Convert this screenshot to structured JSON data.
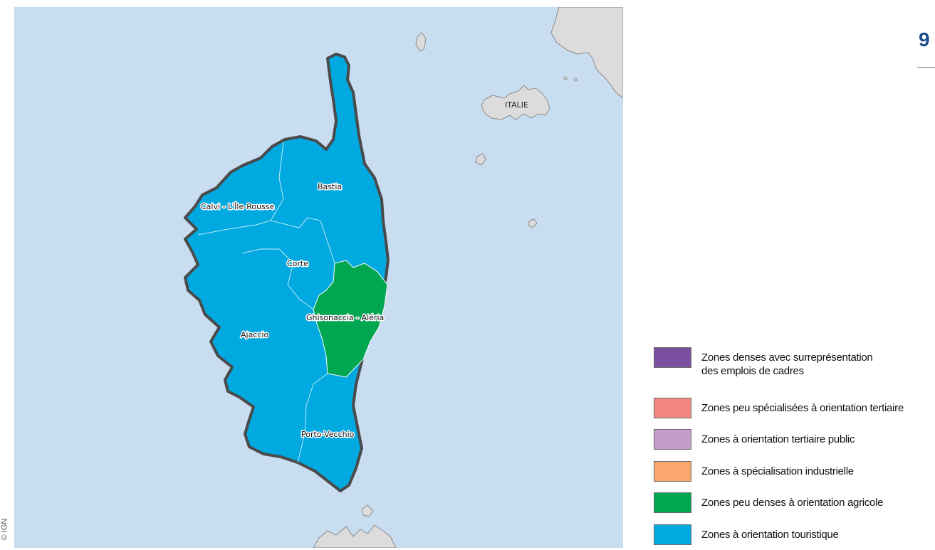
{
  "page": {
    "number": "9",
    "credit": "© IGN"
  },
  "map": {
    "country_label": "ITALIE",
    "colors": {
      "sea": "#c9ddf0",
      "foreign_land": "#dcdcdc",
      "coast": "#4a4a4a",
      "touristique": "#00a9e0",
      "agricole": "#00a650"
    },
    "zones": [
      {
        "name": "Bastia",
        "category": "touristique"
      },
      {
        "name": "Calvi - L'Île-Rousse",
        "category": "touristique"
      },
      {
        "name": "Corte",
        "category": "touristique"
      },
      {
        "name": "Ghisonaccia - Aléria",
        "category": "agricole"
      },
      {
        "name": "Ajaccio",
        "category": "touristique"
      },
      {
        "name": "Porto-Vecchio",
        "category": "touristique"
      }
    ]
  },
  "legend": {
    "items": [
      {
        "label": "Zones denses avec surreprésentation\ndes emplois de cadres",
        "color": "#7b4fa0"
      },
      {
        "label": "Zones peu spécialisées à orientation tertiaire",
        "color": "#f28780"
      },
      {
        "label": "Zones à orientation tertiaire public",
        "color": "#c49bcb"
      },
      {
        "label": "Zones à spécialisation industrielle",
        "color": "#f9a76c"
      },
      {
        "label": "Zones peu denses à orientation agricole",
        "color": "#00a650"
      },
      {
        "label": "Zones à orientation touristique",
        "color": "#00a9e0"
      }
    ]
  }
}
